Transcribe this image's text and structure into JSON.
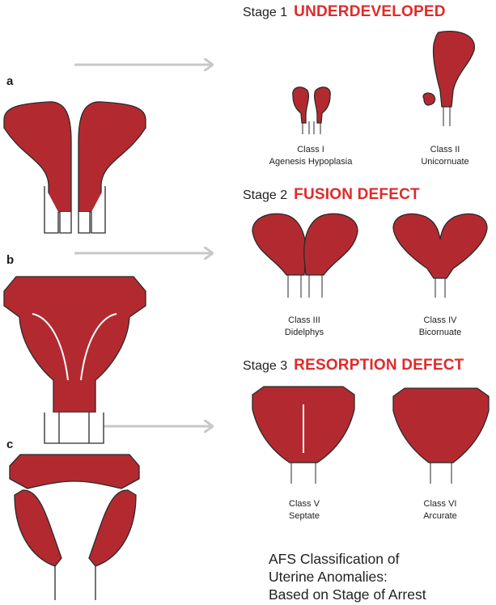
{
  "colors": {
    "tissue": "#b22a30",
    "outline": "#2a2a2a",
    "arrow": "#c8c8c8",
    "accent_red": "#e02a2a"
  },
  "panels": [
    {
      "label": "a"
    },
    {
      "label": "b"
    },
    {
      "label": "c"
    }
  ],
  "stages": [
    {
      "stage": "Stage 1",
      "name": "UNDERDEVELOPED"
    },
    {
      "stage": "Stage 2",
      "name": "FUSION DEFECT"
    },
    {
      "stage": "Stage 3",
      "name": "RESORPTION DEFECT"
    }
  ],
  "classes": [
    {
      "line1": "Class I",
      "line2": "Agenesis Hypoplasia"
    },
    {
      "line1": "Class II",
      "line2": "Unicornuate"
    },
    {
      "line1": "Class III",
      "line2": "Didelphys"
    },
    {
      "line1": "Class IV",
      "line2": "Bicornuate"
    },
    {
      "line1": "Class V",
      "line2": "Septate"
    },
    {
      "line1": "Class VI",
      "line2": "Arcurate"
    }
  ],
  "footer": {
    "line1": "AFS Classification of",
    "line2": "Uterine Anomalies:",
    "line3": "Based on Stage of Arrest"
  }
}
